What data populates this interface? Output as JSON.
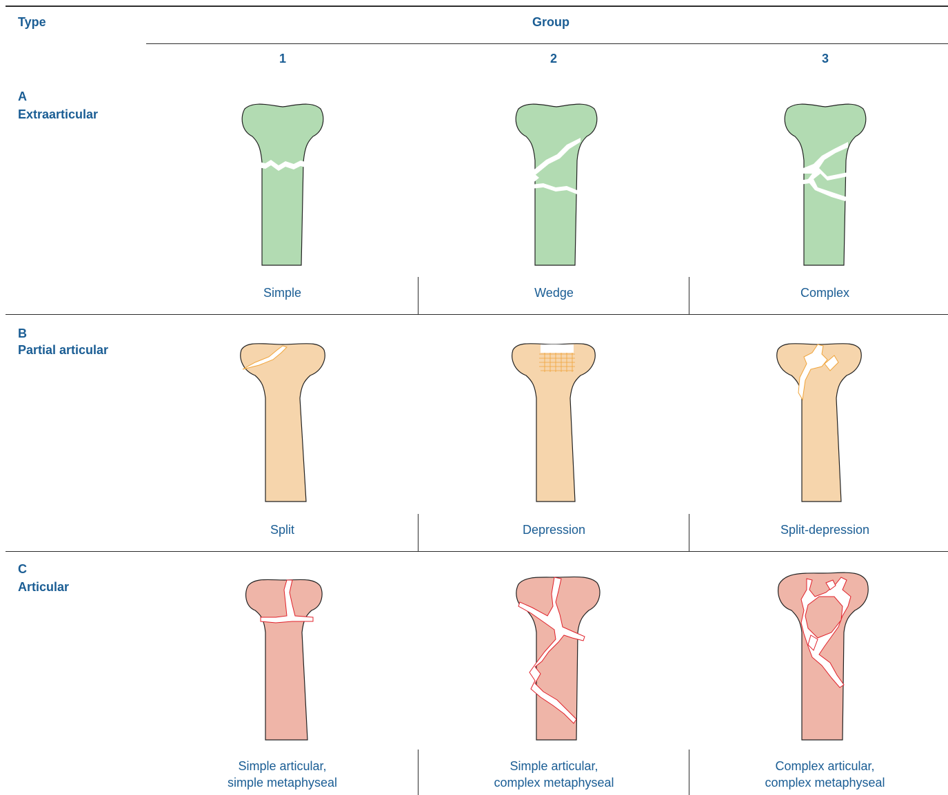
{
  "header": {
    "type_label": "Type",
    "group_label": "Group",
    "group_numbers": [
      "1",
      "2",
      "3"
    ]
  },
  "rows": [
    {
      "letter": "A",
      "name": "Extraarticular",
      "color": "#b2dbb2",
      "crack_color": "#ffffff",
      "captions": [
        "Simple",
        "Wedge",
        "Complex"
      ]
    },
    {
      "letter": "B",
      "name": "Partial articular",
      "color": "#f6d5ac",
      "crack_color": "#f0a43a",
      "captions": [
        "Split",
        "Depression",
        "Split-depression"
      ]
    },
    {
      "letter": "C",
      "name": "Articular",
      "color": "#efb5a8",
      "crack_color": "#e0202a",
      "captions": [
        "Simple articular,\nsimple metaphyseal",
        "Simple articular,\ncomplex metaphyseal",
        "Complex articular,\ncomplex metaphyseal"
      ]
    }
  ]
}
